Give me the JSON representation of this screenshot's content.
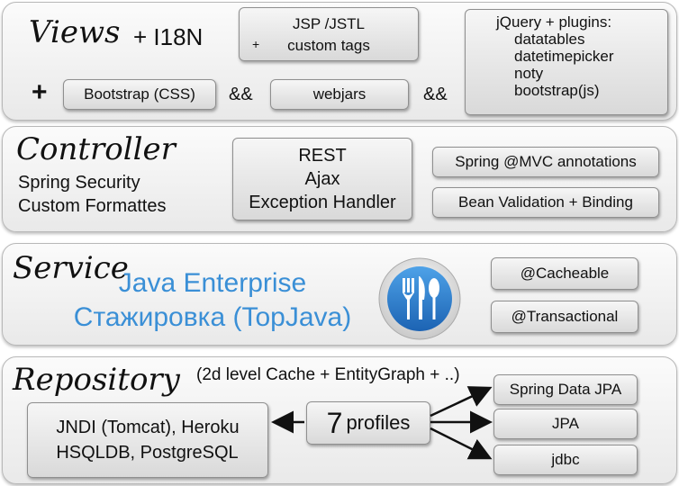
{
  "views": {
    "title": "Views",
    "suffix": "+ I18N",
    "jsp_line1": "JSP /JSTL",
    "jsp_plus": "+",
    "jsp_line2": "custom tags",
    "plus": "+",
    "bootstrap_css": "Bootstrap (CSS)",
    "and1": "&&",
    "webjars": "webjars",
    "and2": "&&",
    "jquery_title": "jQuery  +  plugins:",
    "jquery_items": [
      "datatables",
      "datetimepicker",
      "noty",
      "bootstrap(js)"
    ]
  },
  "controller": {
    "title": "Controller",
    "lines": [
      "Spring Security",
      "Custom Formattes"
    ],
    "center_lines": [
      "REST",
      "Ajax",
      "Exception Handler"
    ],
    "mvc": "Spring @MVC annotations",
    "validation": "Bean Validation + Binding"
  },
  "service": {
    "title": "Service",
    "enterprise_lines": [
      "Java Enterprise",
      "Стажировка (TopJava)"
    ],
    "logo": "fork-knife-spoon-icon",
    "cacheable": "@Cacheable",
    "transactional": "@Transactional"
  },
  "repository": {
    "title": "Repository",
    "note": "(2d level Cache + EntityGraph + ..)",
    "db_lines": [
      "JNDI (Tomcat), Heroku",
      "HSQLDB, PostgreSQL"
    ],
    "profiles_num": "7",
    "profiles_label": "profiles",
    "targets": [
      "Spring Data JPA",
      "JPA",
      "jdbc"
    ]
  },
  "colors": {
    "accent": "#3a8fd6",
    "logo_bg": "#2f7fd0"
  }
}
